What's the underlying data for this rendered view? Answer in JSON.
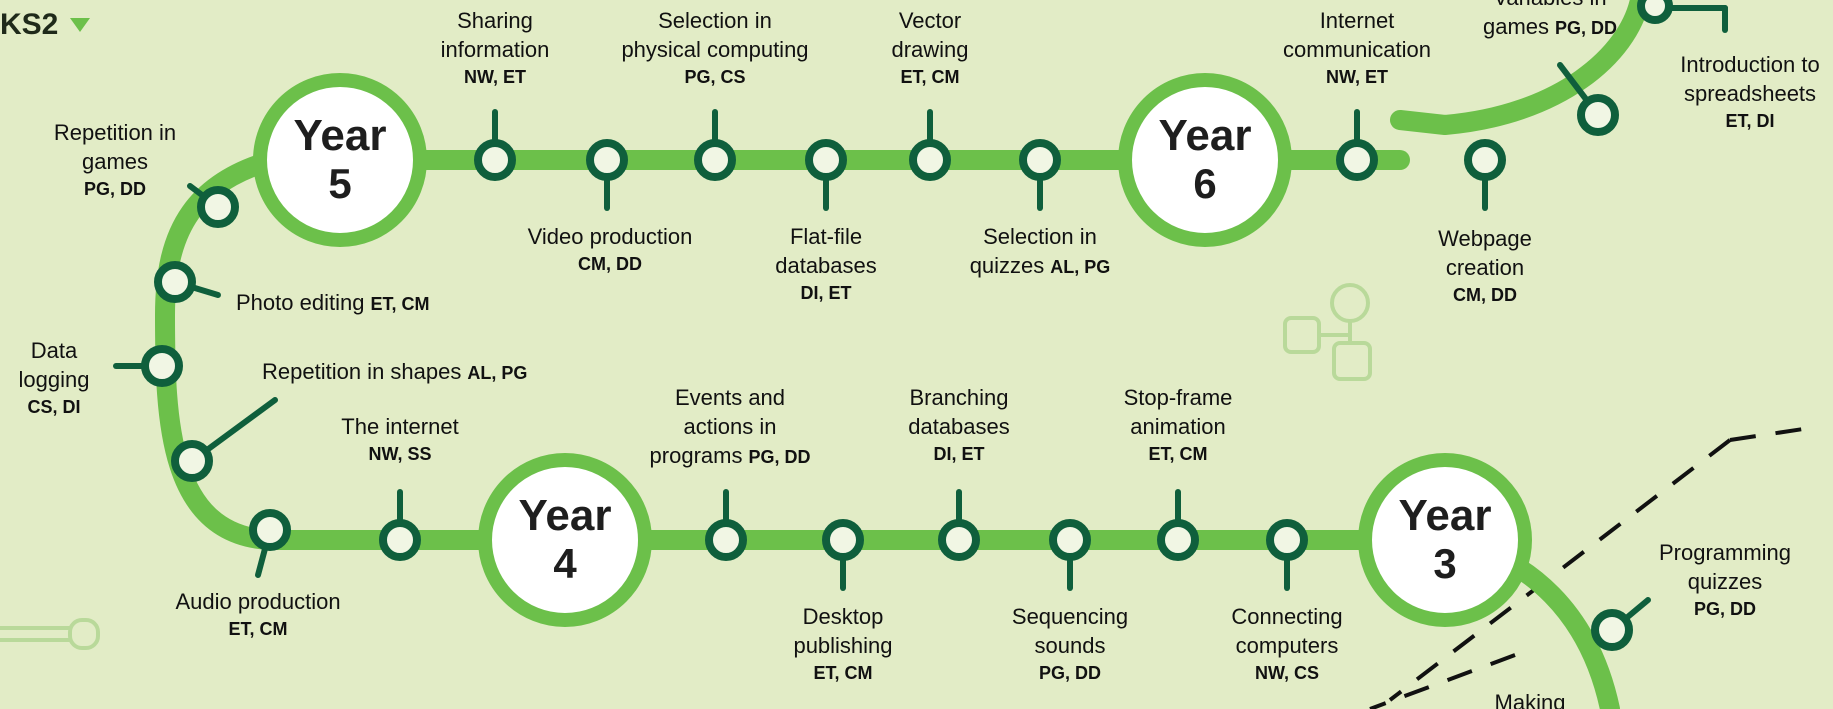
{
  "stage_label": "KS2",
  "colors": {
    "background": "#e2ecc6",
    "track": "#6cc04a",
    "station": "#0f5f3c"
  },
  "years": [
    {
      "word": "Year",
      "number": "5"
    },
    {
      "word": "Year",
      "number": "6"
    },
    {
      "word": "Year",
      "number": "4"
    },
    {
      "word": "Year",
      "number": "3"
    }
  ],
  "units": [
    {
      "title": "Sharing information",
      "line1": "Sharing",
      "line2": "information",
      "codes": "NW, ET"
    },
    {
      "title": "Selection in physical computing",
      "line1": "Selection in",
      "line2": "physical computing",
      "codes": "PG, CS"
    },
    {
      "title": "Vector drawing",
      "line1": "Vector",
      "line2": "drawing",
      "codes": "ET, CM"
    },
    {
      "title": "Internet communication",
      "line1": "Internet",
      "line2": "communication",
      "codes": "NW, ET"
    },
    {
      "title": "Variables in games",
      "line1": "Variables in",
      "line2": "games",
      "codes": "PG, DD"
    },
    {
      "title": "Introduction to spreadsheets",
      "line1": "Introduction to",
      "line2": "spreadsheets",
      "codes": "ET, DI"
    },
    {
      "title": "Repetition in games",
      "line1": "Repetition in",
      "line2": "games",
      "codes": "PG, DD"
    },
    {
      "title": "Video production",
      "line1": "Video production",
      "codes": "CM, DD"
    },
    {
      "title": "Flat-file databases",
      "line1": "Flat-file",
      "line2": "databases",
      "codes": "DI, ET"
    },
    {
      "title": "Selection in quizzes",
      "line1": "Selection in",
      "line2": "quizzes",
      "codes": "AL, PG"
    },
    {
      "title": "Webpage creation",
      "line1": "Webpage",
      "line2": "creation",
      "codes": "CM, DD"
    },
    {
      "title": "Photo editing",
      "line1": "Photo editing",
      "codes": "ET, CM"
    },
    {
      "title": "Data logging",
      "line1": "Data",
      "line2": "logging",
      "codes": "CS, DI"
    },
    {
      "title": "Repetition in shapes",
      "line1": "Repetition in shapes",
      "codes": "AL, PG"
    },
    {
      "title": "The internet",
      "line1": "The internet",
      "codes": "NW, SS"
    },
    {
      "title": "Events and actions in programs",
      "line1": "Events and",
      "line2": "actions in",
      "line3": "programs",
      "codes": "PG, DD"
    },
    {
      "title": "Branching databases",
      "line1": "Branching",
      "line2": "databases",
      "codes": "DI, ET"
    },
    {
      "title": "Stop-frame animation",
      "line1": "Stop-frame",
      "line2": "animation",
      "codes": "ET, CM"
    },
    {
      "title": "Audio production",
      "line1": "Audio production",
      "codes": "ET, CM"
    },
    {
      "title": "Desktop publishing",
      "line1": "Desktop",
      "line2": "publishing",
      "codes": "ET, CM"
    },
    {
      "title": "Sequencing sounds",
      "line1": "Sequencing",
      "line2": "sounds",
      "codes": "PG, DD"
    },
    {
      "title": "Connecting computers",
      "line1": "Connecting",
      "line2": "computers",
      "codes": "NW, CS"
    },
    {
      "title": "Programming quizzes",
      "line1": "Programming",
      "line2": "quizzes",
      "codes": "PG, DD"
    },
    {
      "title": "Making",
      "line1": "Making"
    }
  ]
}
